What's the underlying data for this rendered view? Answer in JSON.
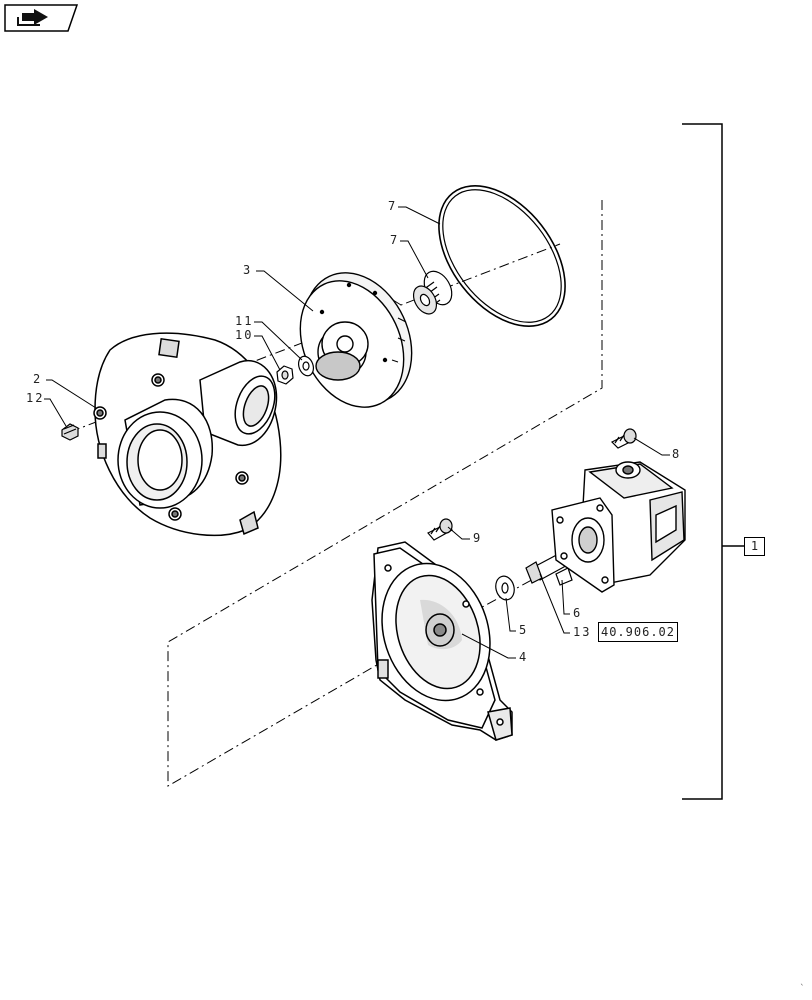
{
  "toolbar": {
    "nav_icon": "arrow-right-icon"
  },
  "assembly": {
    "number": "1"
  },
  "reference": {
    "code": "40.906.02"
  },
  "callouts": {
    "c2": "2",
    "c12": "12",
    "c3": "3",
    "c11": "11",
    "c10": "10",
    "c7a": "7",
    "c7b": "7",
    "c8": "8",
    "c9": "9",
    "c5": "5",
    "c4": "4",
    "c6": "6",
    "c13": "13"
  },
  "corner_mark": "`",
  "colors": {
    "line": "#000000",
    "part_fill": "#ffffff",
    "shade": "#bdbdbd",
    "dark": "#555555"
  }
}
